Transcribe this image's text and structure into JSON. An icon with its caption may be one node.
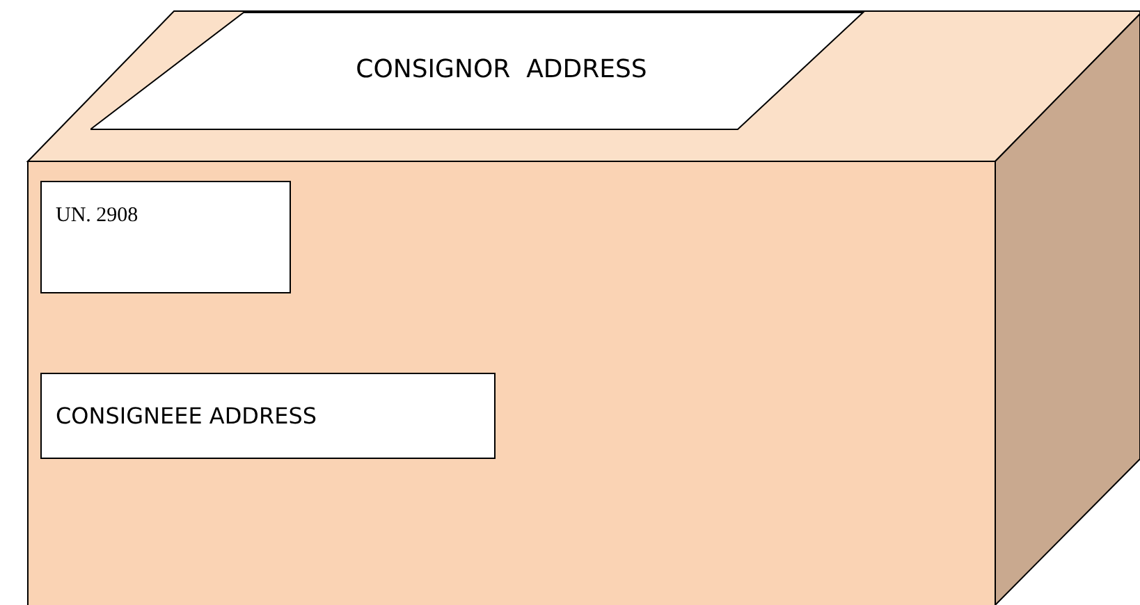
{
  "diagram": {
    "nodes": [
      {
        "text": [
          "CONSIGNOR  ADDRESS"
        ]
      },
      {
        "text": [
          "UN. 2908"
        ]
      },
      {
        "text": [
          "CONSIGNEEE ADDRESS"
        ]
      }
    ]
  }
}
